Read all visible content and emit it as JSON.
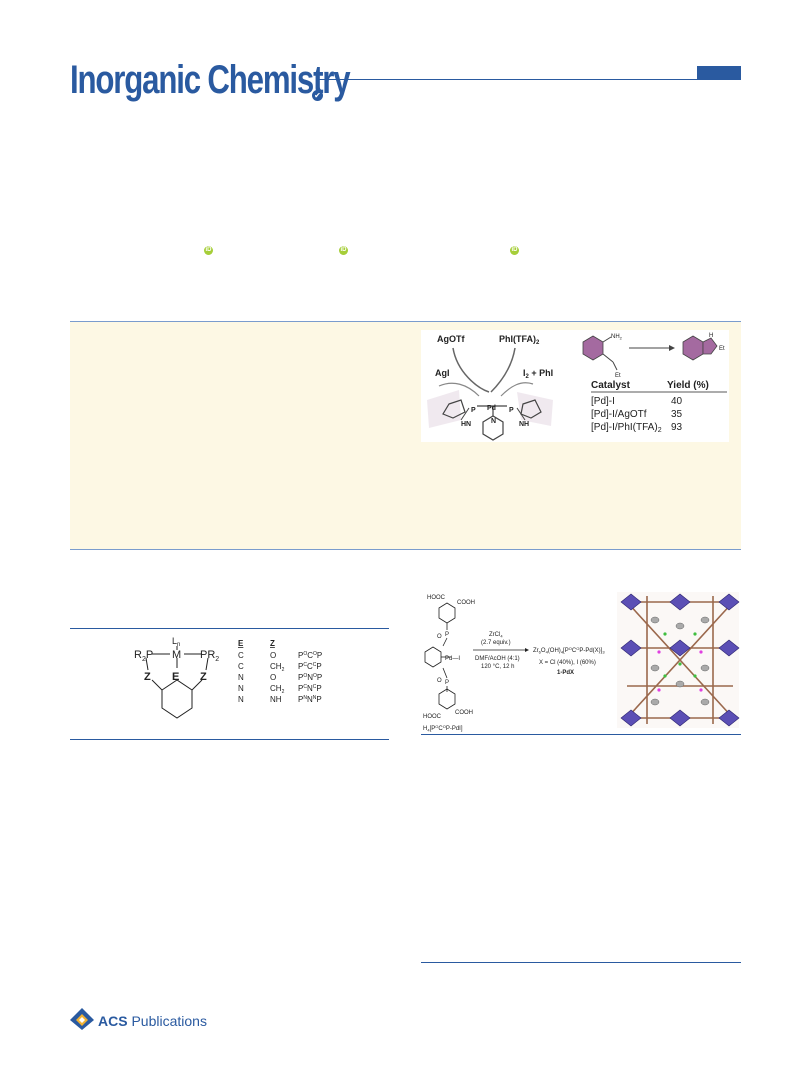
{
  "header": {
    "journal_title": "Inorganic Chemistry",
    "check_mark": "✔"
  },
  "orcid_label": "iD",
  "toc_graphic": {
    "left_panel": {
      "agotf": "AgOTf",
      "phi_tfa": "PhI(TFA)",
      "phi_tfa_sub": "2",
      "agi": "AgI",
      "i2_phi": "I",
      "i2_sub": "2",
      "i2_rest": " + PhI",
      "pd": "Pd",
      "p1": "P",
      "p2": "P",
      "n": "N",
      "hn": "HN",
      "nh": "NH"
    },
    "scheme": {
      "nh2": "NH",
      "nh2_sub": "2",
      "et1": "Et",
      "h": "H",
      "et2": "Et"
    },
    "table": {
      "headers": [
        "Catalyst",
        "Yield (%)"
      ],
      "rows": [
        {
          "catalyst": "[Pd]-I",
          "catalyst_sub": "",
          "yield": "40"
        },
        {
          "catalyst": "[Pd]-I/AgOTf",
          "catalyst_sub": "",
          "yield": "35"
        },
        {
          "catalyst": "[Pd]-I/PhI(TFA)",
          "catalyst_sub": "2",
          "yield": "93"
        }
      ]
    }
  },
  "figure1": {
    "r2p": "R",
    "r2p_sub": "2",
    "r2p_end": "P",
    "m": "M",
    "ln": "L",
    "ln_sub": "n",
    "pr2": "PR",
    "pr2_sub": "2",
    "z": "Z",
    "e": "E",
    "col_e_header": "E",
    "col_z_header": "Z",
    "rows": [
      {
        "e": "C",
        "z": "O",
        "z_sub": "",
        "label_a": "P",
        "label_a_sup": "O",
        "label_b": "C",
        "label_b_sup": "O",
        "label_c": "P"
      },
      {
        "e": "C",
        "z": "CH",
        "z_sub": "2",
        "label_a": "P",
        "label_a_sup": "C",
        "label_b": "C",
        "label_b_sup": "C",
        "label_c": "P"
      },
      {
        "e": "N",
        "z": "O",
        "z_sub": "",
        "label_a": "P",
        "label_a_sup": "O",
        "label_b": "N",
        "label_b_sup": "O",
        "label_c": "P"
      },
      {
        "e": "N",
        "z": "CH",
        "z_sub": "2",
        "label_a": "P",
        "label_a_sup": "C",
        "label_b": "N",
        "label_b_sup": "C",
        "label_c": "P"
      },
      {
        "e": "N",
        "z": "NH",
        "z_sub": "",
        "label_a": "P",
        "label_a_sup": "N",
        "label_b": "N",
        "label_b_sup": "N",
        "label_c": "P"
      }
    ]
  },
  "figure2": {
    "hooc_top": "HOOC",
    "cooh_top": "COOH",
    "hooc_bottom": "HOOC",
    "cooh_bottom": "COOH",
    "pd_i": "Pd—I",
    "o1": "O",
    "p1": "P",
    "o2": "O",
    "p2": "P",
    "ligand_label": "H",
    "ligand_sub": "4",
    "ligand_rest": "[P",
    "ligand_sup1": "O",
    "ligand_mid": "C",
    "ligand_sup2": "O",
    "ligand_end": "P-PdI]",
    "reagent": "ZrCl",
    "reagent_sub": "4",
    "equiv": "(2.7 equiv.)",
    "solvent": "DMF/AcOH (4:1)",
    "conditions": "120 °C, 12 h",
    "product": "Zr",
    "product_sub1": "6",
    "product_o": "O",
    "product_sub2": "4",
    "product_oh": "(OH)",
    "product_sub3": "4",
    "product_bracket": "[P",
    "product_sup1": "O",
    "product_c": "C",
    "product_sup2": "O",
    "product_end": "P-Pd(X)]",
    "product_sub4": "3",
    "halides": "X = Cl (40%), I (60%)",
    "compound": "1-PdX"
  },
  "footer": {
    "publisher_bold": "ACS",
    "publisher_rest": " Publications"
  },
  "colors": {
    "brand_blue": "#2a5aa0",
    "abstract_bg": "#fdf8e4",
    "orcid_green": "#a6ce39",
    "indole_purple": "#a46aa0",
    "mof_purple": "#5b4fb5"
  }
}
